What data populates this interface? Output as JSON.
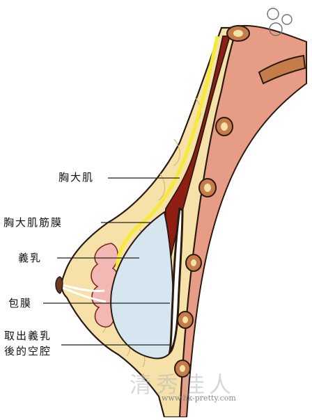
{
  "labels": {
    "pec_major": "胸大肌",
    "pec_fascia": "胸大肌筋膜",
    "implant": "義乳",
    "capsule": "包膜",
    "cavity_line1": "取出義乳",
    "cavity_line2": "後的空腔"
  },
  "watermark": {
    "logo_text": "清秀佳人",
    "url": "www.hk-pretty.com"
  },
  "colors": {
    "outline": "#2a1a12",
    "skin": "#f6e2a8",
    "fat": "#f2d68a",
    "muscle": "#8e1f12",
    "fascia": "#f5ea3a",
    "rib": "#c57c49",
    "implant": "#d6e6f0",
    "gland": "#f3b8b4",
    "cavity": "#ffffff"
  }
}
